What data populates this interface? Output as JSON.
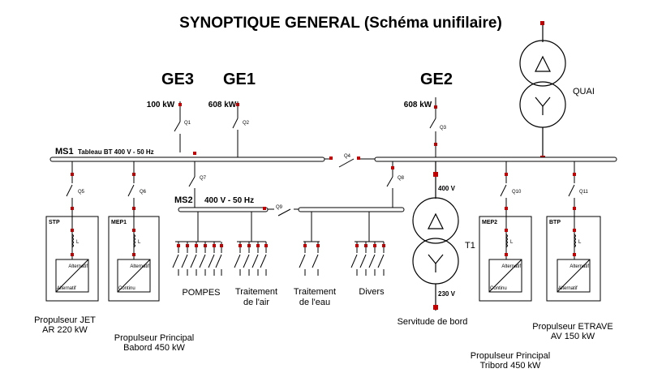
{
  "title": "SYNOPTIQUE GENERAL (Schéma unifilaire)",
  "generators": {
    "ge3": {
      "name": "GE3",
      "power": "100 kW"
    },
    "ge1": {
      "name": "GE1",
      "power": "608 kW"
    },
    "ge2": {
      "name": "GE2",
      "power": "608 kW"
    }
  },
  "quai": "QUAI",
  "ms1": {
    "name": "MS1",
    "label": "Tableau BT 400 V - 50 Hz"
  },
  "ms2": {
    "name": "MS2",
    "label": "400 V - 50 Hz"
  },
  "switches": {
    "q1": "Q1",
    "q2": "Q2",
    "q3": "Q3",
    "q4": "Q4",
    "q5": "Q5",
    "q6": "Q6",
    "q7": "Q7",
    "q8": "Q8",
    "q9": "Q9",
    "q10": "Q10",
    "q11": "Q11"
  },
  "transformer": {
    "name": "T1",
    "primary": "400 V",
    "secondary": "230 V",
    "load": "Servitude de bord"
  },
  "groups": {
    "pompes": "POMPES",
    "air_1": "Traitement",
    "air_2": "de l'air",
    "eau_1": "Traitement",
    "eau_2": "de l'eau",
    "divers": "Divers"
  },
  "units": {
    "stp": {
      "name": "STP",
      "conv_top": "Alternatif",
      "conv_bottom": "Alternatif",
      "caption_1": "Propulseur JET",
      "caption_2": "AR 220 kW"
    },
    "mep1": {
      "name": "MEP1",
      "conv_top": "Alternatif",
      "conv_bottom": "Continu",
      "caption_1": "Propulseur Principal",
      "caption_2": "Babord 450 kW"
    },
    "mep2": {
      "name": "MEP2",
      "conv_top": "Alternatif",
      "conv_bottom": "Continu",
      "caption_1": "Propulseur Principal",
      "caption_2": "Tribord 450 kW"
    },
    "btp": {
      "name": "BTP",
      "conv_top": "Alternatif",
      "conv_bottom": "Alternatif",
      "caption_1": "Propulseur ETRAVE",
      "caption_2": "AV 150 kW"
    }
  },
  "inductor_label": "L"
}
